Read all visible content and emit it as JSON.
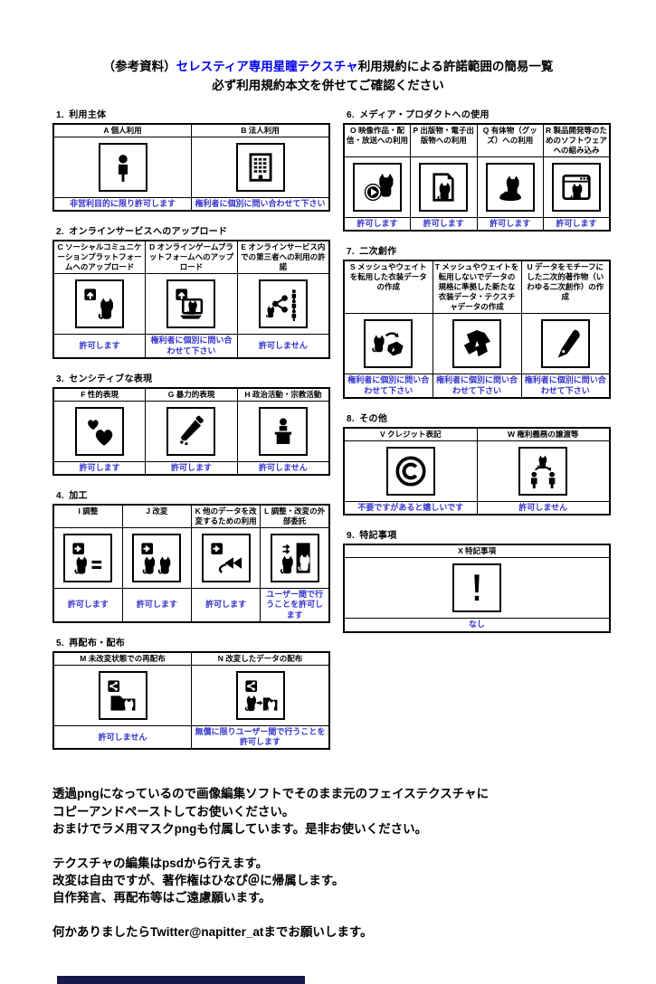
{
  "title": {
    "prefix": "（参考資料）",
    "product": "セレスティア専用星瞳テクスチャ",
    "suffix": "利用規約による許諾範囲の簡易一覧",
    "line2": "必ず利用規約本文を併せてご確認ください"
  },
  "colors": {
    "title_highlight": "#0000ee",
    "result_blue": "#3333cc",
    "border": "#000000",
    "footer_bar": "#18184a"
  },
  "sections": [
    {
      "number": "1.",
      "heading": "利用主体",
      "column": "left",
      "cells": [
        {
          "label": "A 個人利用",
          "icon": "person",
          "result": "非営利目的に限り許可します"
        },
        {
          "label": "B 法人利用",
          "icon": "building",
          "result": "権利者に個別に問い合わせて下さい"
        }
      ]
    },
    {
      "number": "2.",
      "heading": "オンラインサービスへのアップロード",
      "column": "left",
      "cells": [
        {
          "label": "C ソーシャルコミュニケーションプラットフォームへのアップロード",
          "icon": "social-upload",
          "result": "許可します"
        },
        {
          "label": "D オンラインゲームプラットフォームへのアップロード",
          "icon": "game-upload",
          "result": "権利者に個別に問い合わせて下さい"
        },
        {
          "label": "E オンラインサービス内での第三者への利用の許諾",
          "icon": "third-party-share",
          "result": "許可しません"
        }
      ]
    },
    {
      "number": "3.",
      "heading": "センシティブな表現",
      "column": "left",
      "cells": [
        {
          "label": "F 性的表現",
          "icon": "hearts",
          "result": "許可します"
        },
        {
          "label": "G 暴力的表現",
          "icon": "knife",
          "result": "許可します"
        },
        {
          "label": "H 政治活動・宗教活動",
          "icon": "podium",
          "result": "許可しません"
        }
      ]
    },
    {
      "number": "4.",
      "heading": "加工",
      "column": "left",
      "cells": [
        {
          "label": "I 調整",
          "icon": "adjust",
          "result": "許可します"
        },
        {
          "label": "J 改変",
          "icon": "modify",
          "result": "許可します"
        },
        {
          "label": "K 他のデータを改変するための利用",
          "icon": "data-reuse",
          "result": "許可します"
        },
        {
          "label": "L 調整・改変の外部委託",
          "icon": "outsource",
          "result": "ユーザー間で行うことを許可します"
        }
      ]
    },
    {
      "number": "5.",
      "heading": "再配布・配布",
      "column": "left",
      "cells": [
        {
          "label": "M 未改変状態での再配布",
          "icon": "redistribute",
          "result": "許可しません"
        },
        {
          "label": "N 改変したデータの配布",
          "icon": "distribute-modified",
          "result": "無償に限りユーザー間で行うことを許可します"
        }
      ]
    },
    {
      "number": "6.",
      "heading": "メディア・プロダクトへの使用",
      "column": "right",
      "cells": [
        {
          "label": "O 映像作品・配信・放送への利用",
          "icon": "video",
          "result": "許可します"
        },
        {
          "label": "P 出版物・電子出版物への利用",
          "icon": "publication",
          "result": "許可します"
        },
        {
          "label": "Q 有体物（グッズ）への利用",
          "icon": "goods",
          "result": "許可します"
        },
        {
          "label": "R 製品開発等のためのソフトウェアへの組み込み",
          "icon": "software",
          "result": "許可します"
        }
      ]
    },
    {
      "number": "7.",
      "heading": "二次創作",
      "column": "right",
      "cells": [
        {
          "label": "S メッシュやウェイトを転用した衣装データの作成",
          "icon": "mesh-reuse",
          "result": "権利者に個別に問い合わせて下さい"
        },
        {
          "label": "T メッシュやウェイトを転用しないでデータの規格に準拠した新たな衣装データ・テクスチャデータの作成",
          "icon": "new-costume",
          "result": "権利者に個別に問い合わせて下さい"
        },
        {
          "label": "U データをモチーフにした二次的著作物（いわゆる二次創作）の作成",
          "icon": "pen",
          "result": "権利者に個別に問い合わせて下さい"
        }
      ]
    },
    {
      "number": "8.",
      "heading": "その他",
      "column": "right",
      "cells": [
        {
          "label": "V クレジット表記",
          "icon": "copyright",
          "result": "不要ですがあると嬉しいです"
        },
        {
          "label": "W 権利義務の譲渡等",
          "icon": "transfer",
          "result": "許可しません"
        }
      ]
    },
    {
      "number": "9.",
      "heading": "特記事項",
      "column": "right",
      "cells": [
        {
          "label": "X 特記事項",
          "icon": "exclamation",
          "result": "なし"
        }
      ]
    }
  ],
  "notes": {
    "paragraphs": [
      "透過pngになっているので画像編集ソフトでそのまま元のフェイステクスチャに\nコピーアンドペーストしてお使いください。\nおまけでラメ用マスクpngも付属しています。是非お使いください。",
      "テクスチャの編集はpsdから行えます。\n改変は自由ですが、著作権はひなぴ＠に帰属します。\n自作発言、再配布等はご遠慮願います。",
      "何かありましたらTwitter@napitter_atまでお願いします。"
    ]
  }
}
